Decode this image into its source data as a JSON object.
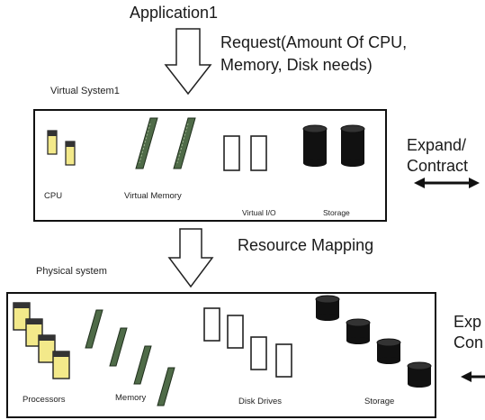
{
  "diagram": {
    "application_label": "Application1",
    "request_text_line1": "Request(Amount Of CPU,",
    "request_text_line2": "Memory, Disk needs)",
    "virtual_system": {
      "title": "Virtual System1",
      "cpu_label": "CPU",
      "virtual_memory_label": "Virtual Memory",
      "virtual_io_label": "Virtual I/O",
      "storage_label": "Storage"
    },
    "expand_contract_top": {
      "line1": "Expand/",
      "line2": "Contract"
    },
    "resource_mapping_label": "Resource Mapping",
    "physical_system": {
      "title": "Physical system",
      "processors_label": "Processors",
      "memory_label": "Memory",
      "disk_drives_label": "Disk Drives",
      "storage_label": "Storage"
    },
    "expand_contract_bottom": {
      "line1": "Exp",
      "line2": "Con"
    }
  }
}
